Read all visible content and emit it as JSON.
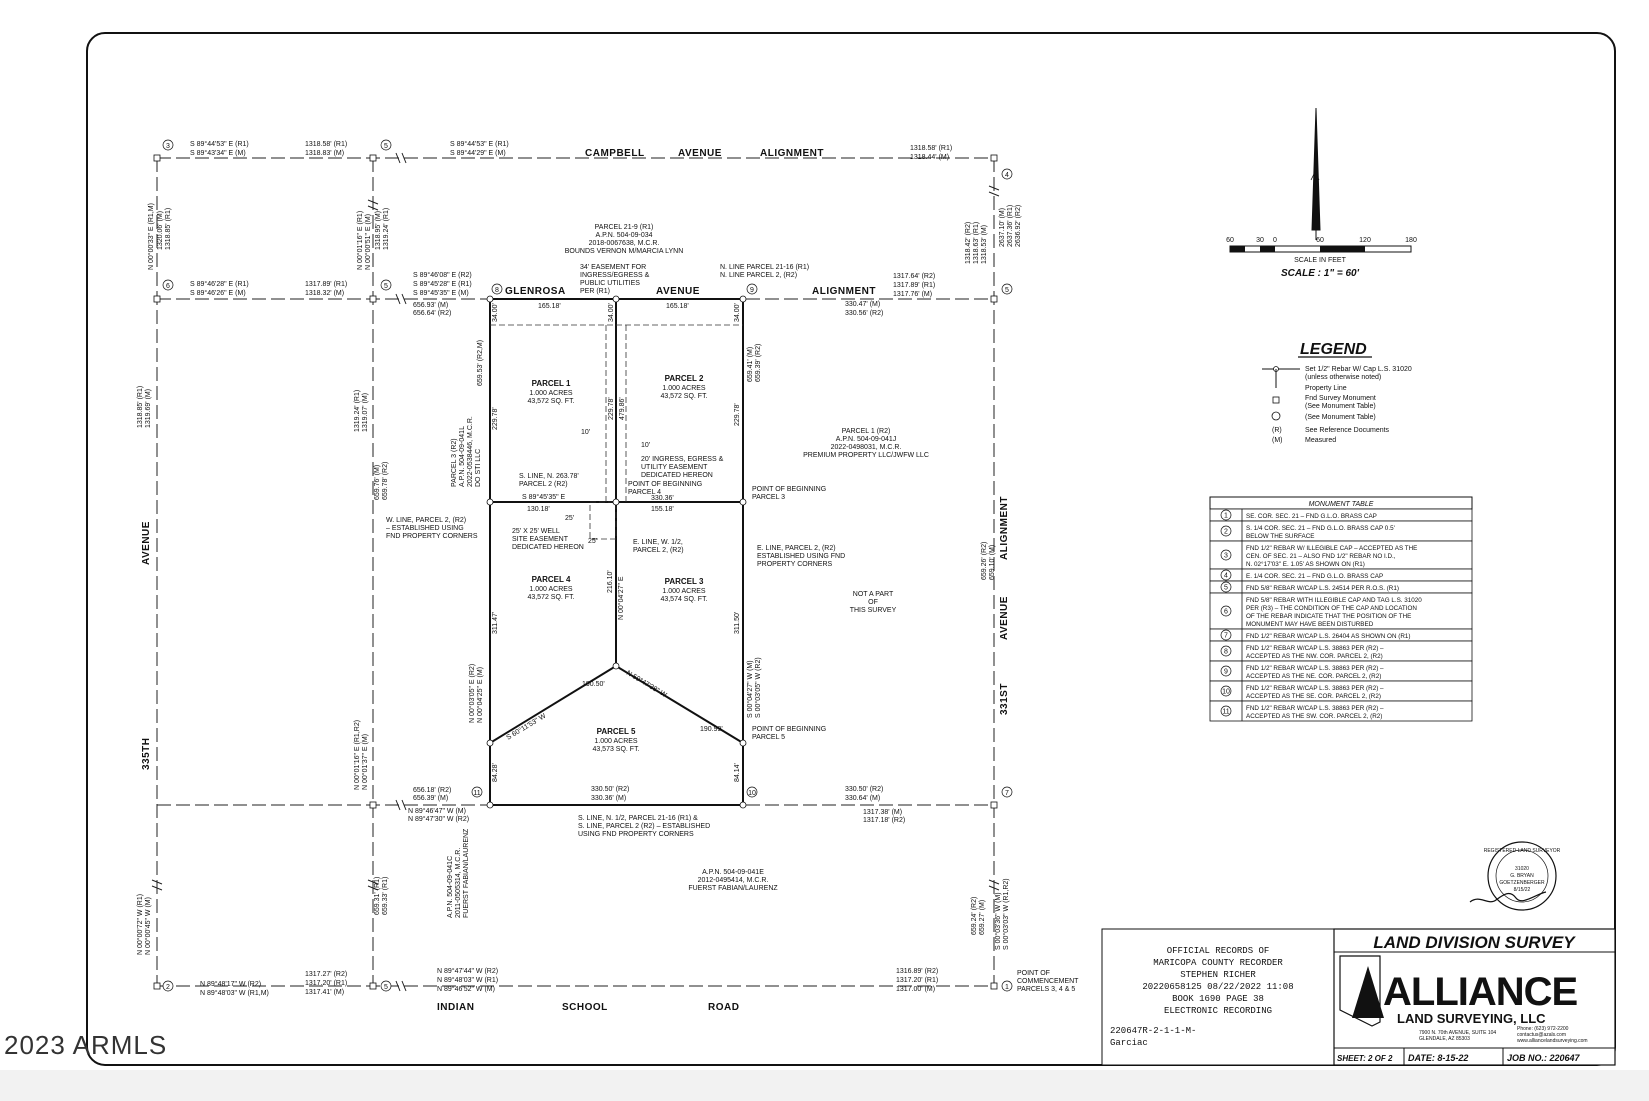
{
  "watermark": "2023 ARMLS",
  "streets": {
    "campbell": [
      "CAMPBELL",
      "AVENUE",
      "ALIGNMENT"
    ],
    "glenrosa": [
      "GLENROSA",
      "AVENUE",
      "ALIGNMENT"
    ],
    "indian_school": [
      "INDIAN",
      "SCHOOL",
      "ROAD"
    ],
    "ave_335": [
      "AVENUE",
      "335TH"
    ],
    "ave_331": [
      "ALIGNMENT",
      "AVENUE",
      "331ST"
    ]
  },
  "parcels": [
    {
      "name": "PARCEL 1",
      "acres": "1.000 ACRES",
      "sqft": "43,572 SQ. FT."
    },
    {
      "name": "PARCEL 2",
      "acres": "1.000 ACRES",
      "sqft": "43,572 SQ. FT."
    },
    {
      "name": "PARCEL 3",
      "acres": "1.000 ACRES",
      "sqft": "43,574 SQ. FT."
    },
    {
      "name": "PARCEL 4",
      "acres": "1.000 ACRES",
      "sqft": "43,572 SQ. FT."
    },
    {
      "name": "PARCEL 5",
      "acres": "1.000 ACRES",
      "sqft": "43,573 SQ. FT."
    }
  ],
  "top_labels": {
    "b1": "S 89°44'53\" E (R1)",
    "b2": "S 89°43'34\" E (M)",
    "d1": "1318.58' (R1)",
    "d2": "1318.83' (M)",
    "b3": "S 89°44'53\" E (R1)",
    "b4": "S 89°44'29\" E (M)",
    "d3": "1318.58' (R1)",
    "d4": "1318.44' (M)"
  },
  "glen_labels": {
    "b1": "S 89°46'28\" E (R1)",
    "b2": "S 89°46'26\" E (M)",
    "d1": "1317.89' (R1)",
    "d2": "1318.32' (M)",
    "b3": "S 89°46'08\" E (R2)",
    "b4": "S 89°45'28\" E (R1)",
    "b5": "S 89°45'35\" E (M)",
    "d3": "656.93' (M)",
    "d4": "656.64' (R2)",
    "d5": "165.18'",
    "d6": "165.18'",
    "d7": "330.47' (M)",
    "d8": "330.56' (R2)",
    "d9": "1317.64' (R2)",
    "d10": "1317.89' (R1)",
    "d11": "1317.76' (M)"
  },
  "parcel_21_9": [
    "PARCEL 21-9 (R1)",
    "A.P.N. 504-09-034",
    "2018-0067638, M.C.R.",
    "BOUNDS VERNON M/MARCIA LYNN"
  ],
  "easement_34": [
    "34' EASEMENT FOR",
    "INGRESS/EGRESS &",
    "PUBLIC UTILITIES",
    "PER (R1)"
  ],
  "n_line": [
    "N. LINE PARCEL 21-16 (R1)",
    "N. LINE PARCEL 2, (R2)"
  ],
  "parcel_1_r2": [
    "PARCEL 1 (R2)",
    "A.P.N. 504-09-041J",
    "2022-0498031, M.C.R.",
    "PREMIUM PROPERTY LLC/JWFW LLC"
  ],
  "parcel_3_r2": [
    "PARCEL 3 (R2)",
    "A.P.N. 504-09-041L",
    "2022-0538446, M.C.R.",
    "DO STI LLC"
  ],
  "ingress_20": [
    "20' INGRESS, EGRESS &",
    "UTILITY EASEMENT",
    "DEDICATED HEREON"
  ],
  "pob4": [
    "POINT OF BEGINNING",
    "PARCEL 4"
  ],
  "pob3": [
    "POINT OF BEGINNING",
    "PARCEL 3"
  ],
  "pob5": [
    "POINT OF BEGINNING",
    "PARCEL 5"
  ],
  "s_line": [
    "S. LINE, N. 263.78'",
    "PARCEL 2 (R2)"
  ],
  "mid_labels": {
    "b1": "S 89°45'35\" E",
    "d1": "130.18'",
    "d2": "330.36'",
    "d3": "155.18'",
    "d25a": "25'",
    "d25b": "25'",
    "d10a": "10'",
    "d10b": "10'"
  },
  "w_line": [
    "W. LINE, PARCEL 2, (R2)",
    "– ESTABLISHED USING",
    "FND PROPERTY CORNERS"
  ],
  "well": [
    "25' X 25' WELL",
    "SITE EASEMENT",
    "DEDICATED HEREON"
  ],
  "e_line_w12": [
    "E. LINE, W. 1/2,",
    "PARCEL 2, (R2)"
  ],
  "e_line_p2": [
    "E. LINE, PARCEL 2, (R2)",
    "ESTABLISHED USING FND",
    "PROPERTY CORNERS"
  ],
  "not_part": [
    "NOT A PART",
    "OF",
    "THIS SURVEY"
  ],
  "bottom_parcel_labels": {
    "d1": "330.50' (R2)",
    "d2": "330.36' (M)",
    "d3": "330.50' (R2)",
    "d4": "330.64' (M)",
    "d5": "1317.38' (M)",
    "d6": "1317.18' (R2)",
    "d7": "656.18' (R2)",
    "d8": "656.39' (M)",
    "b1": "N 89°46'47\" W (M)",
    "b2": "N 89°47'30\" W (R2)",
    "diag1": "S 60°11'53\" W",
    "diag2": "N 59°47'38\" W",
    "diag1d": "190.50'",
    "diag2d": "190.99'",
    "h1": "84.28'",
    "h2": "84.14'"
  },
  "s_line_n12": [
    "S. LINE, N. 1/2, PARCEL 21-16 (R1) &",
    "S. LINE, PARCEL 2 (R2) – ESTABLISHED",
    "USING FND PROPERTY CORNERS"
  ],
  "apn_041e": [
    "A.P.N. 504-09-041E",
    "2012-0495414, M.C.R.",
    "FUERST FABIAN/LAURENZ"
  ],
  "apn_041c": [
    "A.P.N. 504-09-041C",
    "2011-0505314, M.C.R.",
    "FUERST FABIAN/LAURENZ"
  ],
  "indian_labels": {
    "b1": "N 89°48'17\" W (R2)",
    "b2": "N 89°48'03\" W (R1,M)",
    "d1": "1317.27' (R2)",
    "d2": "1317.20' (R1)",
    "d3": "1317.41' (M)",
    "b3": "N 89°47'44\" W (R2)",
    "b4": "N 89°48'03\" W (R1)",
    "b5": "N 89°46'52\" W (M)",
    "d4": "1316.89' (R2)",
    "d5": "1317.20' (R1)",
    "d6": "1317.00' (M)"
  },
  "poc": [
    "POINT OF",
    "COMMENCEMENT",
    "PARCELS 3, 4 & 5"
  ],
  "vert_labels": {
    "w1": "N 00°00'33\" E (R1,M)",
    "w1a": "1320.06' (M)",
    "w1b": "1318.85' (R1)",
    "w2": "N 00°01'16\" E (R1)",
    "w2a": "N 00°00'51\" E (M)",
    "w2b": "1318.95' (M)",
    "w2c": "1319.24' (R1)",
    "w3": "1318.85' (R1)",
    "w3a": "1319.69' (M)",
    "w4": "1319.24' (R1)",
    "w4a": "1319.07' (M)",
    "w5": "659.76' (M)",
    "w5a": "659.78' (R2)",
    "w6": "N 00°01'16\" E (R1,R2)",
    "w6a": "N 00°01'37\" E (M)",
    "w7": "N 00°00'72\" W (R1)",
    "w7a": "N 00°00'45\" W (M)",
    "w8": "659.31' (R1)",
    "w8a": "659.33' (R1)",
    "e1": "1318.42' (R2)",
    "e1a": "1318.63' (R1)",
    "e1b": "1318.53' (M)",
    "e2": "2637.10' (M)",
    "e2a": "2637.36' (R1)",
    "e2b": "2636.92' (R2)",
    "e3": "659.26' (R2)",
    "e3a": "659.10' (M)",
    "e4": "659.24' (R2)",
    "e4a": "659.27' (M)",
    "e4b": "S 00°03'36\" W (M)",
    "e4c": "S 00°03'03\" W (R1,R2)",
    "p1a": "659.53' (R2,M)",
    "p1b": "229.78'",
    "p2a": "659.41' (M)",
    "p2b": "659.39' (R2)",
    "p2c": "229.78'",
    "pc1": "229.78'",
    "pc2": "479.86'",
    "p4a": "311.47'",
    "p4b": "N 00°03'05\" E (R2)",
    "p4c": "N 00°04'25\" E (M)",
    "p3a": "311.50'",
    "p3b": "S 00°04'27\" W (M)",
    "p3c": "S 00°03'05\" W (R2)",
    "pc3": "216.10'",
    "pc4": "N 00°04'27\" E",
    "g34a": "34.00'",
    "g34b": "34.00'",
    "g34c": "34.00'"
  },
  "scale": {
    "ticks": [
      "60",
      "30",
      "0",
      "60",
      "120",
      "180"
    ],
    "caption": "SCALE IN FEET",
    "ratio": "SCALE : 1\" = 60'"
  },
  "legend": {
    "title": "LEGEND",
    "items": [
      [
        "Set 1/2\" Rebar W/ Cap L.S. 31020",
        "(unless otherwise noted)"
      ],
      [
        "Property Line"
      ],
      [
        "Fnd Survey Monument",
        "(See Monument Table)"
      ],
      [
        "(See Monument Table)"
      ],
      [
        "See Reference Documents"
      ],
      [
        "Measured"
      ]
    ],
    "codes": [
      "(R)",
      "(M)"
    ]
  },
  "monument_table": {
    "title": "MONUMENT TABLE",
    "rows": [
      {
        "n": "1",
        "t": [
          "SE. COR. SEC. 21 – FND G.L.O. BRASS CAP"
        ]
      },
      {
        "n": "2",
        "t": [
          "S. 1/4 COR. SEC. 21 – FND G.L.O. BRASS CAP 0.5'",
          "BELOW THE SURFACE"
        ]
      },
      {
        "n": "3",
        "t": [
          "FND 1/2\" REBAR W/ ILLEGIBLE CAP – ACCEPTED AS THE",
          "CEN. OF SEC. 21 – ALSO FND 1/2\" REBAR NO I.D.,",
          "N. 02°17'03\" E. 1.05' AS SHOWN ON (R1)"
        ]
      },
      {
        "n": "4",
        "t": [
          "E. 1/4 COR. SEC. 21 – FND G.L.O. BRASS CAP"
        ]
      },
      {
        "n": "5",
        "t": [
          "FND 5/8\" REBAR W/CAP L.S. 24514 PER R.O.S. (R1)"
        ]
      },
      {
        "n": "6",
        "t": [
          "FND 5/8\" REBAR WITH ILLEGIBLE CAP AND TAG L.S. 31020",
          "PER (R3) – THE CONDITION OF THE CAP AND LOCATION",
          "OF THE REBAR INDICATE THAT THE POSITION OF THE",
          "MONUMENT MAY HAVE BEEN DISTURBED"
        ]
      },
      {
        "n": "7",
        "t": [
          "FND 1/2\" REBAR W/CAP L.S. 26404 AS SHOWN ON (R1)"
        ]
      },
      {
        "n": "8",
        "t": [
          "FND 1/2\" REBAR W/CAP L.S. 38863 PER (R2) –",
          "ACCEPTED AS THE NW. COR. PARCEL 2, (R2)"
        ]
      },
      {
        "n": "9",
        "t": [
          "FND 1/2\" REBAR W/CAP L.S. 38863 PER (R2) –",
          "ACCEPTED AS THE NE. COR. PARCEL 2, (R2)"
        ]
      },
      {
        "n": "10",
        "t": [
          "FND 1/2\" REBAR W/CAP L.S. 38863 PER (R2) –",
          "ACCEPTED AS THE SE. COR. PARCEL 2, (R2)"
        ]
      },
      {
        "n": "11",
        "t": [
          "FND 1/2\" REBAR W/CAP L.S. 38863 PER (R2) –",
          "ACCEPTED AS THE SW. COR. PARCEL 2, (R2)"
        ]
      }
    ]
  },
  "seal": [
    "REGISTERED LAND SURVEYOR",
    "31020",
    "G. BRYAN",
    "GOETZENBERGER",
    "8/15/22"
  ],
  "recording": [
    "OFFICIAL RECORDS OF",
    "MARICOPA COUNTY RECORDER",
    "STEPHEN RICHER",
    "20220658125  08/22/2022  11:08",
    "BOOK 1690  PAGE 38",
    "ELECTRONIC RECORDING",
    "",
    "220647R-2-1-1-M-",
    "Garciac"
  ],
  "title_block": {
    "title": "LAND DIVISION SURVEY",
    "logo": "ALLIANCE",
    "logo_sub": "LAND SURVEYING, LLC",
    "addr1": "7900 N. 70th AVENUE, SUITE 104",
    "addr2": "GLENDALE, AZ 85303",
    "phone": "Phone: (623) 972-2200",
    "email": "contactus@azals.com",
    "web": "www.alliancelandsurveying.com",
    "sheet": "SHEET: 2 OF 2",
    "date": "DATE: 8-15-22",
    "job": "JOB NO.: 220647"
  },
  "monument_markers": [
    "3",
    "5",
    "4",
    "6",
    "5",
    "8",
    "9",
    "5",
    "11",
    "10",
    "7",
    "2",
    "5",
    "1"
  ]
}
